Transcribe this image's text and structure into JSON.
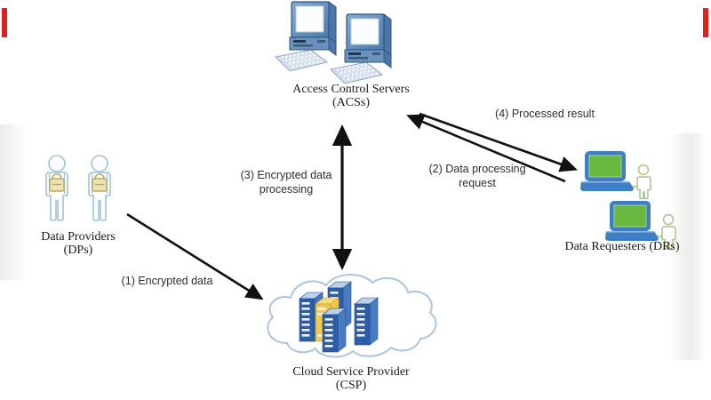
{
  "title": "Cloud encrypted data processing architecture",
  "nodes": {
    "acs": {
      "line1": "Access Control Servers",
      "line2": "(ACSs)",
      "icon": "desktop-computer-icon"
    },
    "dp": {
      "line1": "Data Providers",
      "line2": "(DPs)",
      "icon": "person-lock-icon"
    },
    "dr": {
      "label": "Data Requesters (DRs)",
      "icon": "laptop-user-icon"
    },
    "csp": {
      "line1": "Cloud Service Provider",
      "line2": "(CSP)",
      "icon": "cloud-servers-icon"
    }
  },
  "flows": {
    "f1": {
      "label": "(1) Encrypted data",
      "direction": "DPs to CSP"
    },
    "f2": {
      "line1": "(2) Data processing",
      "line2": "request",
      "direction": "DRs to ACSs"
    },
    "f3": {
      "line1": "(3) Encrypted data",
      "line2": "processing",
      "direction": "ACSs and CSP (bidirectional)"
    },
    "f4": {
      "label": "(4) Processed result",
      "direction": "ACSs to DRs"
    }
  },
  "colors": {
    "arrow": "#111111",
    "computer_blue": "#4a79ad",
    "laptop_blue": "#3d7ec6",
    "screen_green": "#68b840",
    "server_blue": "#2b5da9",
    "server_yellow": "#f2c94b",
    "cloud_outline": "#aac6e0",
    "person_blue_outline": "#9fc2de",
    "person_green_outline": "#a9c285",
    "lock_tan": "#b5a95f",
    "edge_marker_red": "#e3211b"
  }
}
